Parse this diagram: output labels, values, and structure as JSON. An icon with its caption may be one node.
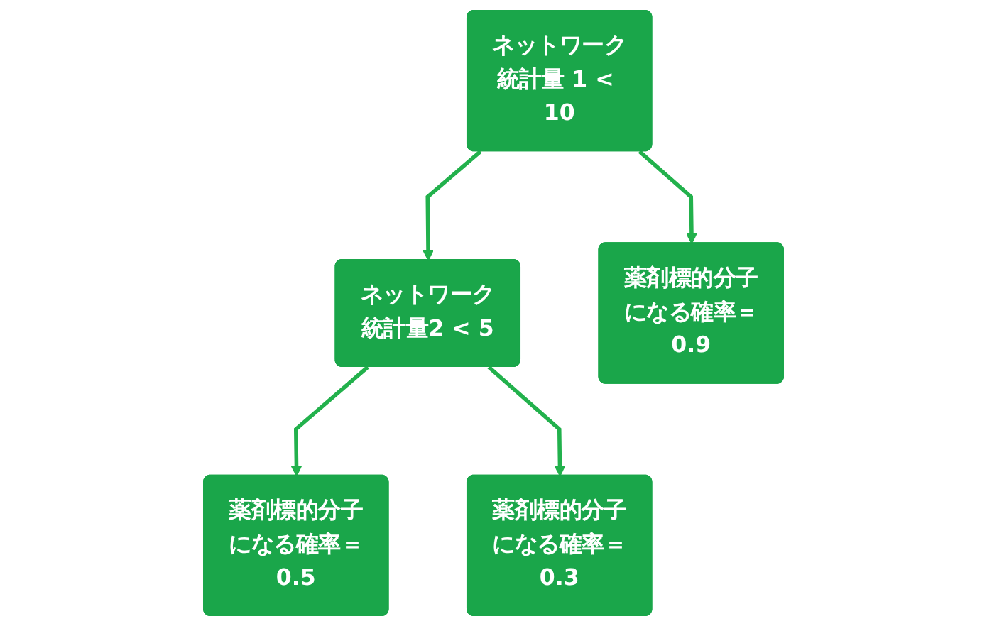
{
  "diagram": {
    "nodes": [
      {
        "text": [
          "ネットワーク統計量 1 < 10"
        ]
      },
      {
        "text": [
          "ネットワーク統計量2 < 5"
        ]
      },
      {
        "text": [
          "薬剤標的分子になる確率＝0.9"
        ]
      },
      {
        "text": [
          "薬剤標的分子になる確率＝0.5"
        ]
      },
      {
        "text": [
          "薬剤標的分子になる確率＝0.3"
        ]
      }
    ],
    "edges": [
      {
        "from": 0,
        "to": 2,
        "arrow": "to"
      },
      {
        "from": 0,
        "to": 1,
        "arrow": "to"
      },
      {
        "from": 1,
        "to": 3,
        "arrow": "to"
      },
      {
        "from": 1,
        "to": 4,
        "arrow": "to"
      }
    ]
  }
}
